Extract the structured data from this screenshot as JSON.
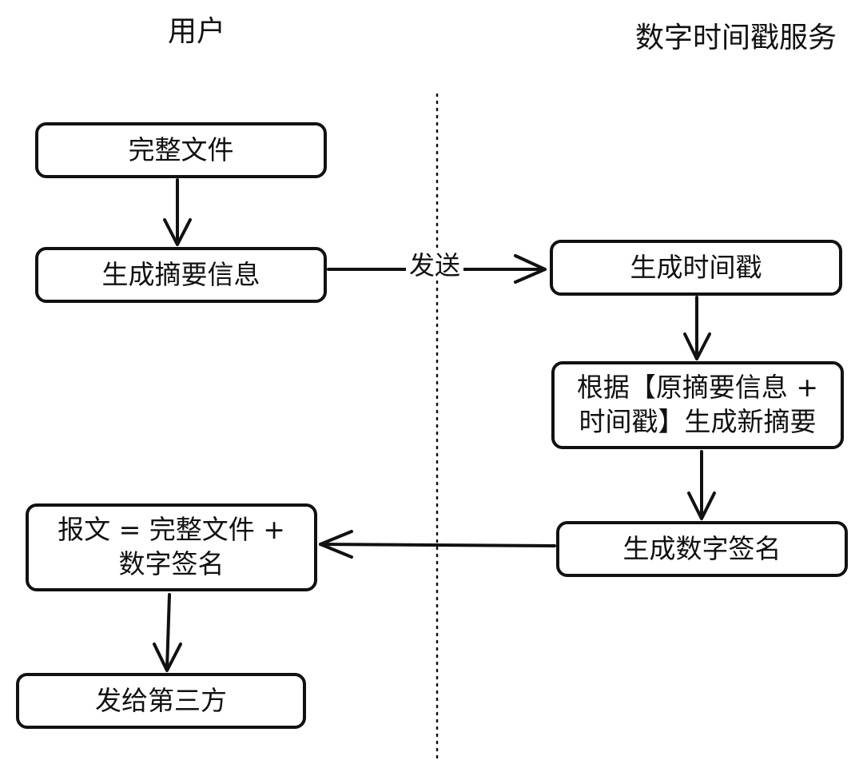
{
  "lanes": {
    "user": "用户",
    "service": "数字时间戳服务"
  },
  "nodes": {
    "full_file": "完整文件",
    "gen_digest": "生成摘要信息",
    "gen_timestamp": "生成时间戳",
    "new_digest_line1": "根据【原摘要信息 +",
    "new_digest_line2": "时间戳】生成新摘要",
    "gen_signature": "生成数字签名",
    "message_line1": "报文 = 完整文件 +",
    "message_line2": "数字签名",
    "send_third_party": "发给第三方"
  },
  "edges": {
    "send_label": "发送"
  }
}
